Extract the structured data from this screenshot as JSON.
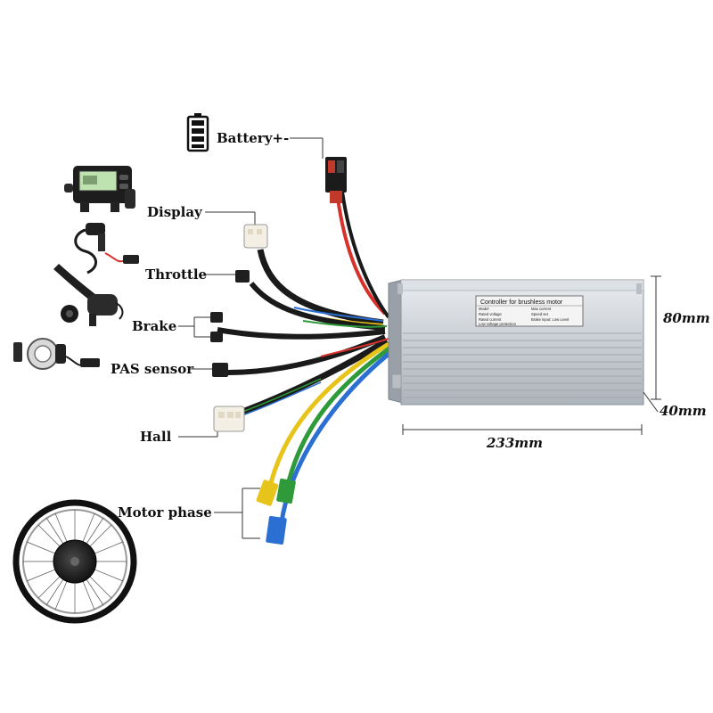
{
  "labels": {
    "battery": "Battery+-",
    "display": "Display",
    "throttle": "Throttle",
    "brake": "Brake",
    "pas": "PAS sensor",
    "hall": "Hall",
    "motor_phase": "Motor phase"
  },
  "dimensions": {
    "height": "80mm",
    "depth": "40mm",
    "length": "233mm"
  },
  "controller": {
    "plate_title": "Controller for brushless motor",
    "plate_rows": [
      "Model",
      "Rated voltage",
      "Rated current",
      "Low voltage protection",
      "Max current",
      "Speed set",
      "Brake input: Low Level"
    ]
  },
  "colors": {
    "wire_red": "#d6312b",
    "wire_black": "#1a1a1a",
    "wire_yellow": "#e6c419",
    "wire_green": "#2e9a3a",
    "wire_blue": "#2a6fd1",
    "controller_body": "#cfd4d9"
  }
}
